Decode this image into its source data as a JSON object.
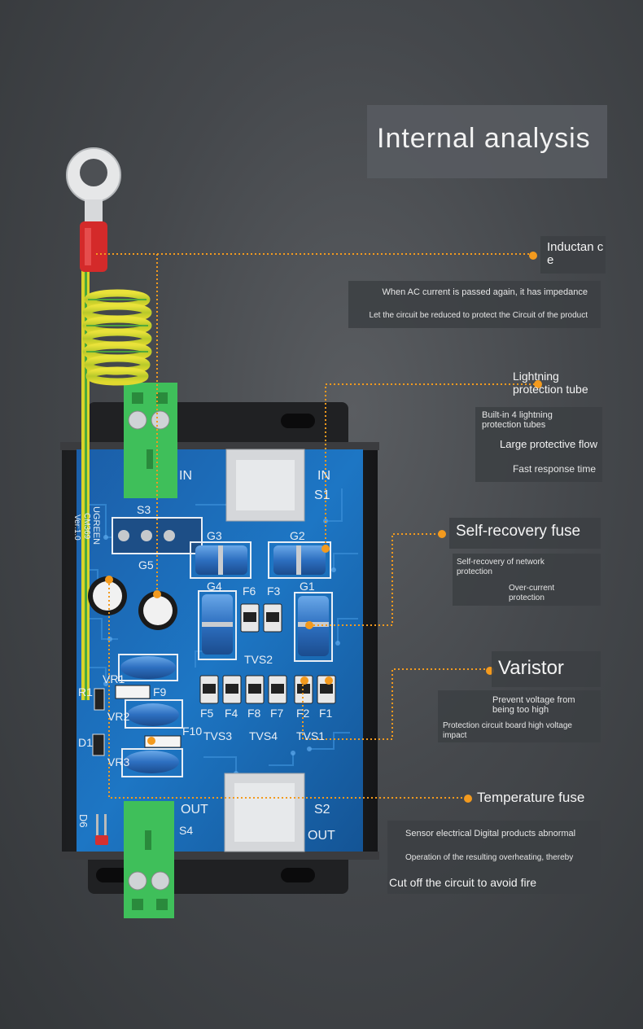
{
  "title": "Internal analysis",
  "callouts": {
    "inductance": {
      "label": "Inductan ce",
      "lines": [
        "When AC current is passed again, it has impedance",
        "Let the circuit be reduced to protect the Circuit of the product"
      ]
    },
    "lightning": {
      "label": "Lightning protection tube",
      "lines": [
        "Built-in 4 lightning protection tubes",
        "Large protective flow",
        "Fast response time"
      ]
    },
    "self_recovery": {
      "label": "Self-recovery fuse",
      "lines": [
        "Self-recovery of network protection",
        "Over-current protection"
      ]
    },
    "varistor": {
      "label": "Varistor",
      "lines": [
        "Prevent voltage from being too high",
        "Protection circuit board high voltage impact"
      ]
    },
    "temperature": {
      "label": "Temperature fuse",
      "lines": [
        "Sensor electrical Digital products abnormal",
        "Operation of the resulting overheating, thereby",
        "Cut off the circuit to avoid fire"
      ]
    }
  },
  "board": {
    "in_left": "IN",
    "in_right": "IN",
    "s1": "S1",
    "s2": "S2",
    "s3": "S3",
    "s4": "S4",
    "out_left": "OUT",
    "out_right": "OUT",
    "g1": "G1",
    "g2": "G2",
    "g3": "G3",
    "g4": "G4",
    "g5": "G5",
    "f1": "F1",
    "f2": "F2",
    "f3": "F3",
    "f4": "F4",
    "f5": "F5",
    "f6": "F6",
    "f7": "F7",
    "f8": "F8",
    "f9": "F9",
    "f10": "F10",
    "tvs1": "TVS1",
    "tvs2": "TVS2",
    "tvs3": "TVS3",
    "tvs4": "TVS4",
    "vr1": "VR1",
    "vr2": "VR2",
    "vr3": "VR3",
    "r1": "R1",
    "d1": "D1",
    "d6": "D6",
    "brand": "UGREEN",
    "model": "CM369",
    "version": "Ver:1.0"
  },
  "colors": {
    "accent": "#f39a1e",
    "pcb": "#1a6fb8",
    "terminal": "#3fbf5a"
  }
}
